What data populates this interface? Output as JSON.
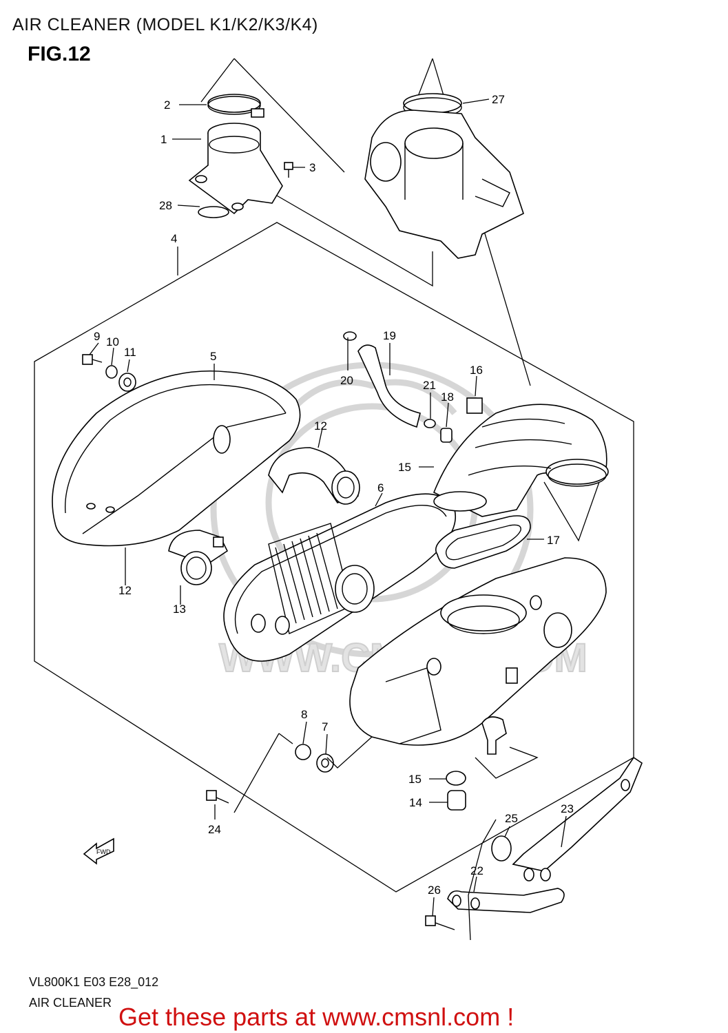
{
  "header": {
    "title": "AIR CLEANER (MODEL K1/K2/K3/K4)",
    "figure": "FIG.12"
  },
  "diagram": {
    "watermark": "WWW.CMSNL.COM",
    "fwd_label": "FWD",
    "callouts": [
      "1",
      "2",
      "3",
      "4",
      "5",
      "6",
      "7",
      "8",
      "9",
      "10",
      "11",
      "12",
      "13",
      "13",
      "14",
      "15",
      "16",
      "17",
      "18",
      "19",
      "20",
      "21",
      "21",
      "22",
      "23",
      "24",
      "25",
      "26",
      "27",
      "28"
    ]
  },
  "footer": {
    "code": "VL800K1 E03 E28_012",
    "subtitle": "AIR CLEANER",
    "promo": "Get these parts at www.cmsnl.com !"
  }
}
